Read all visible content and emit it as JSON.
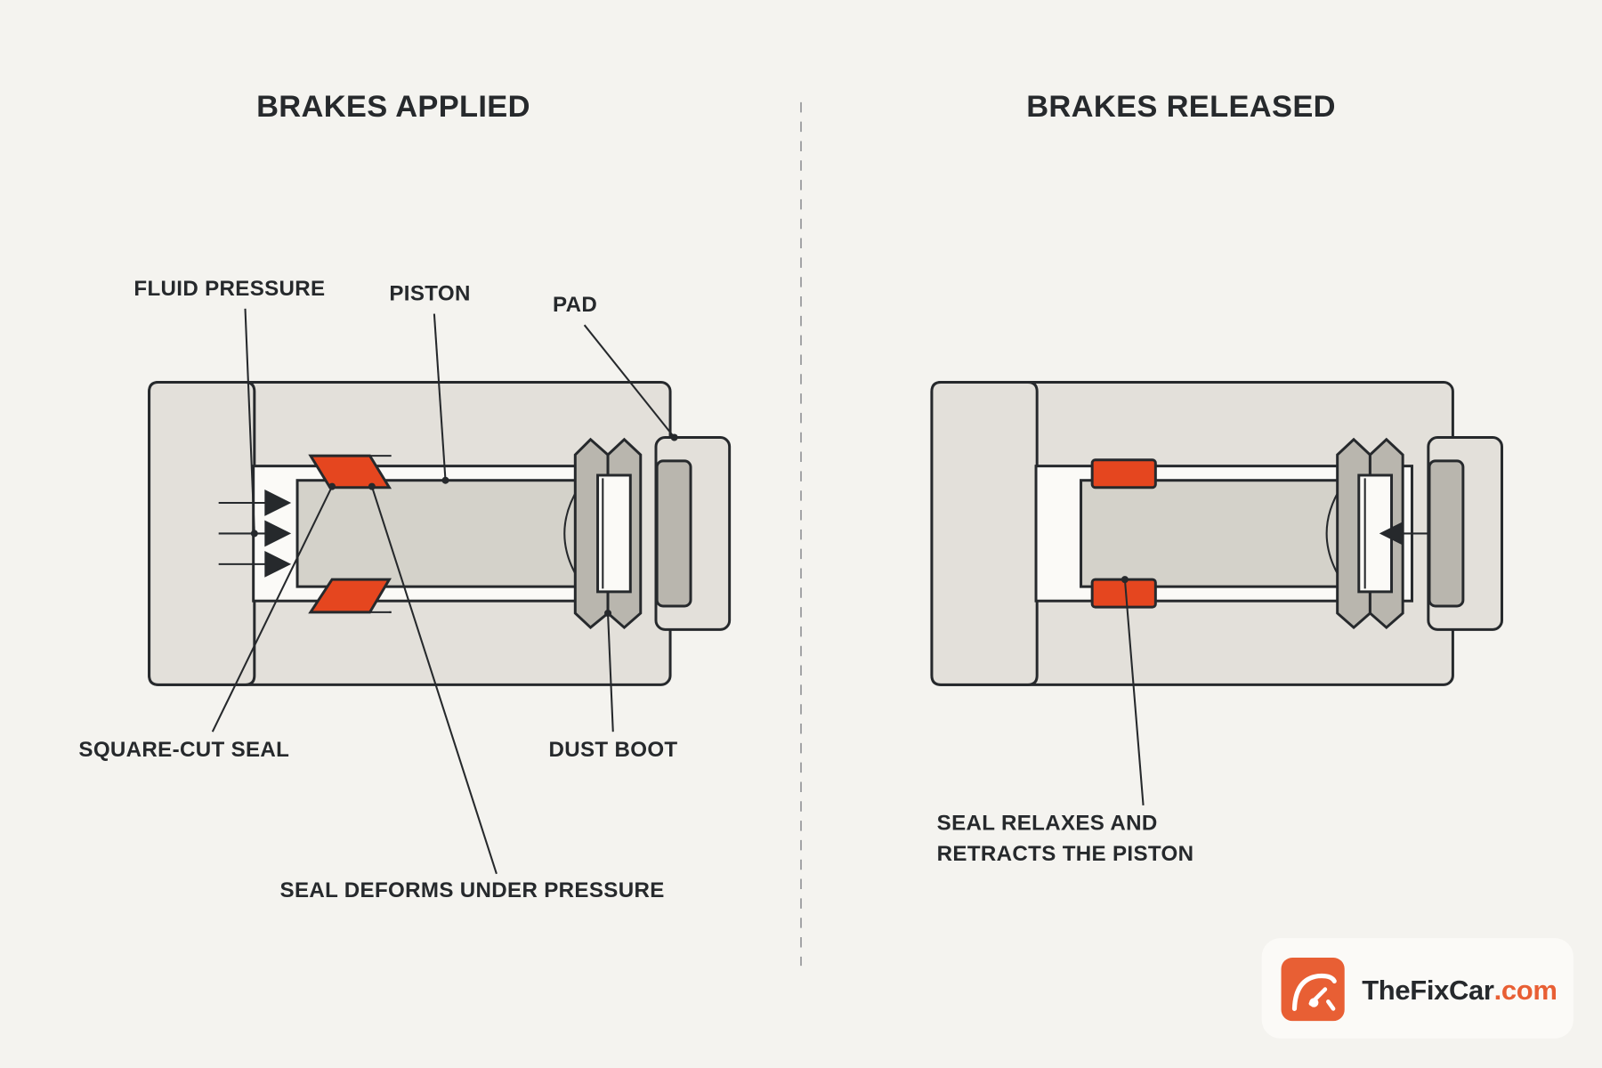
{
  "panels": {
    "applied": {
      "title": "BRAKES APPLIED",
      "labels": {
        "fluid_pressure": "FLUID PRESSURE",
        "piston": "PISTON",
        "pad": "PAD",
        "square_cut_seal": "SQUARE-CUT SEAL",
        "dust_boot": "DUST BOOT",
        "seal_deforms": "SEAL DEFORMS UNDER PRESSURE"
      }
    },
    "released": {
      "title": "BRAKES RELEASED",
      "labels": {
        "seal_relaxes_line1": "SEAL RELAXES AND",
        "seal_relaxes_line2": "RETRACTS THE PISTON"
      }
    }
  },
  "brand": {
    "name": "TheFixCar",
    "tld": ".com",
    "icon": "speedometer-icon"
  },
  "colors": {
    "seal": "#e5461f",
    "brand_orange": "#e85f34",
    "outline": "#26292c",
    "background": "#f4f3ef"
  }
}
